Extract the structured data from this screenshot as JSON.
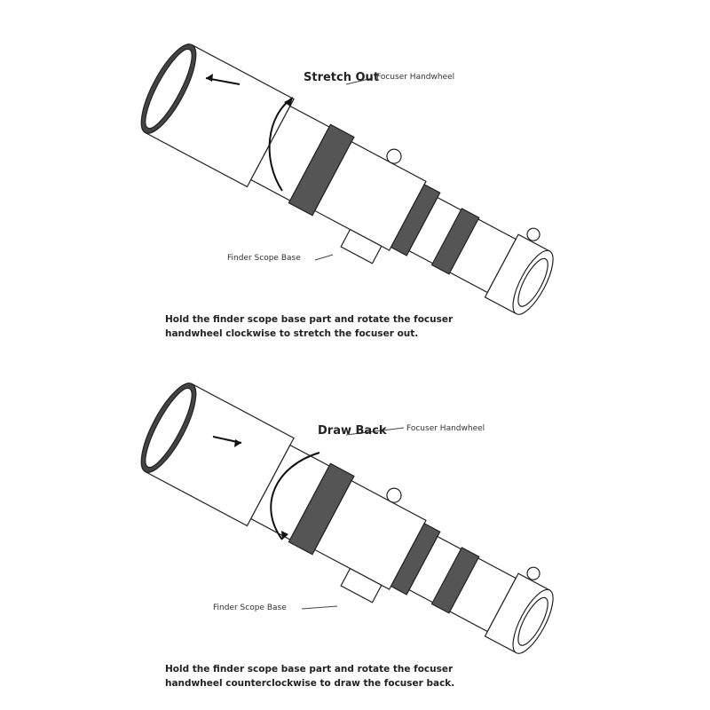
{
  "panels": [
    {
      "title": "Stretch Out",
      "focuser_label": "Focuser Handwheel",
      "base_label": "Finder Scope Base",
      "caption_line1": "Hold the finder scope base part and rotate the focuser",
      "caption_line2": "handwheel clockwise to stretch the focuser out."
    },
    {
      "title": "Draw Back",
      "focuser_label": "Focuser Handwheel",
      "base_label": "Finder Scope Base",
      "caption_line1": "Hold the finder scope base part and rotate the focuser",
      "caption_line2": "handwheel counterclockwise to draw the focuser back."
    }
  ]
}
